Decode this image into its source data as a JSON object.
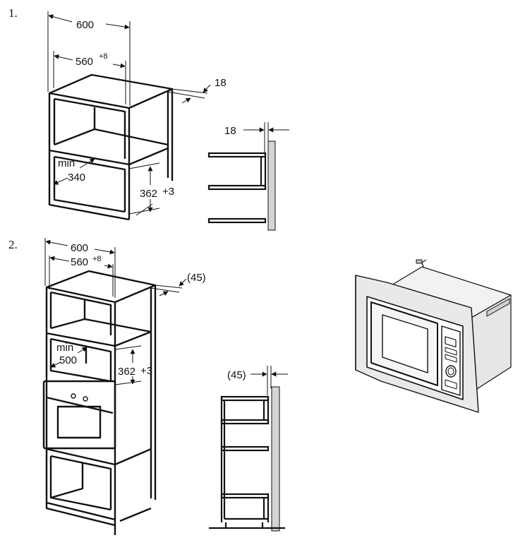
{
  "step1": {
    "number": "1.",
    "width_outer": "600",
    "width_inner": "560",
    "width_inner_tol": "+8",
    "panel_side": "18",
    "panel_detail": "18",
    "min_label": "min",
    "depth_min": "340",
    "height": "362",
    "height_tol": "+3"
  },
  "step2": {
    "number": "2.",
    "width_outer": "600",
    "width_inner": "560",
    "width_inner_tol": "+8",
    "panel_side": "(45)",
    "panel_detail": "(45)",
    "min_label": "min",
    "depth_min": "500",
    "height": "362",
    "height_tol": "+3"
  }
}
